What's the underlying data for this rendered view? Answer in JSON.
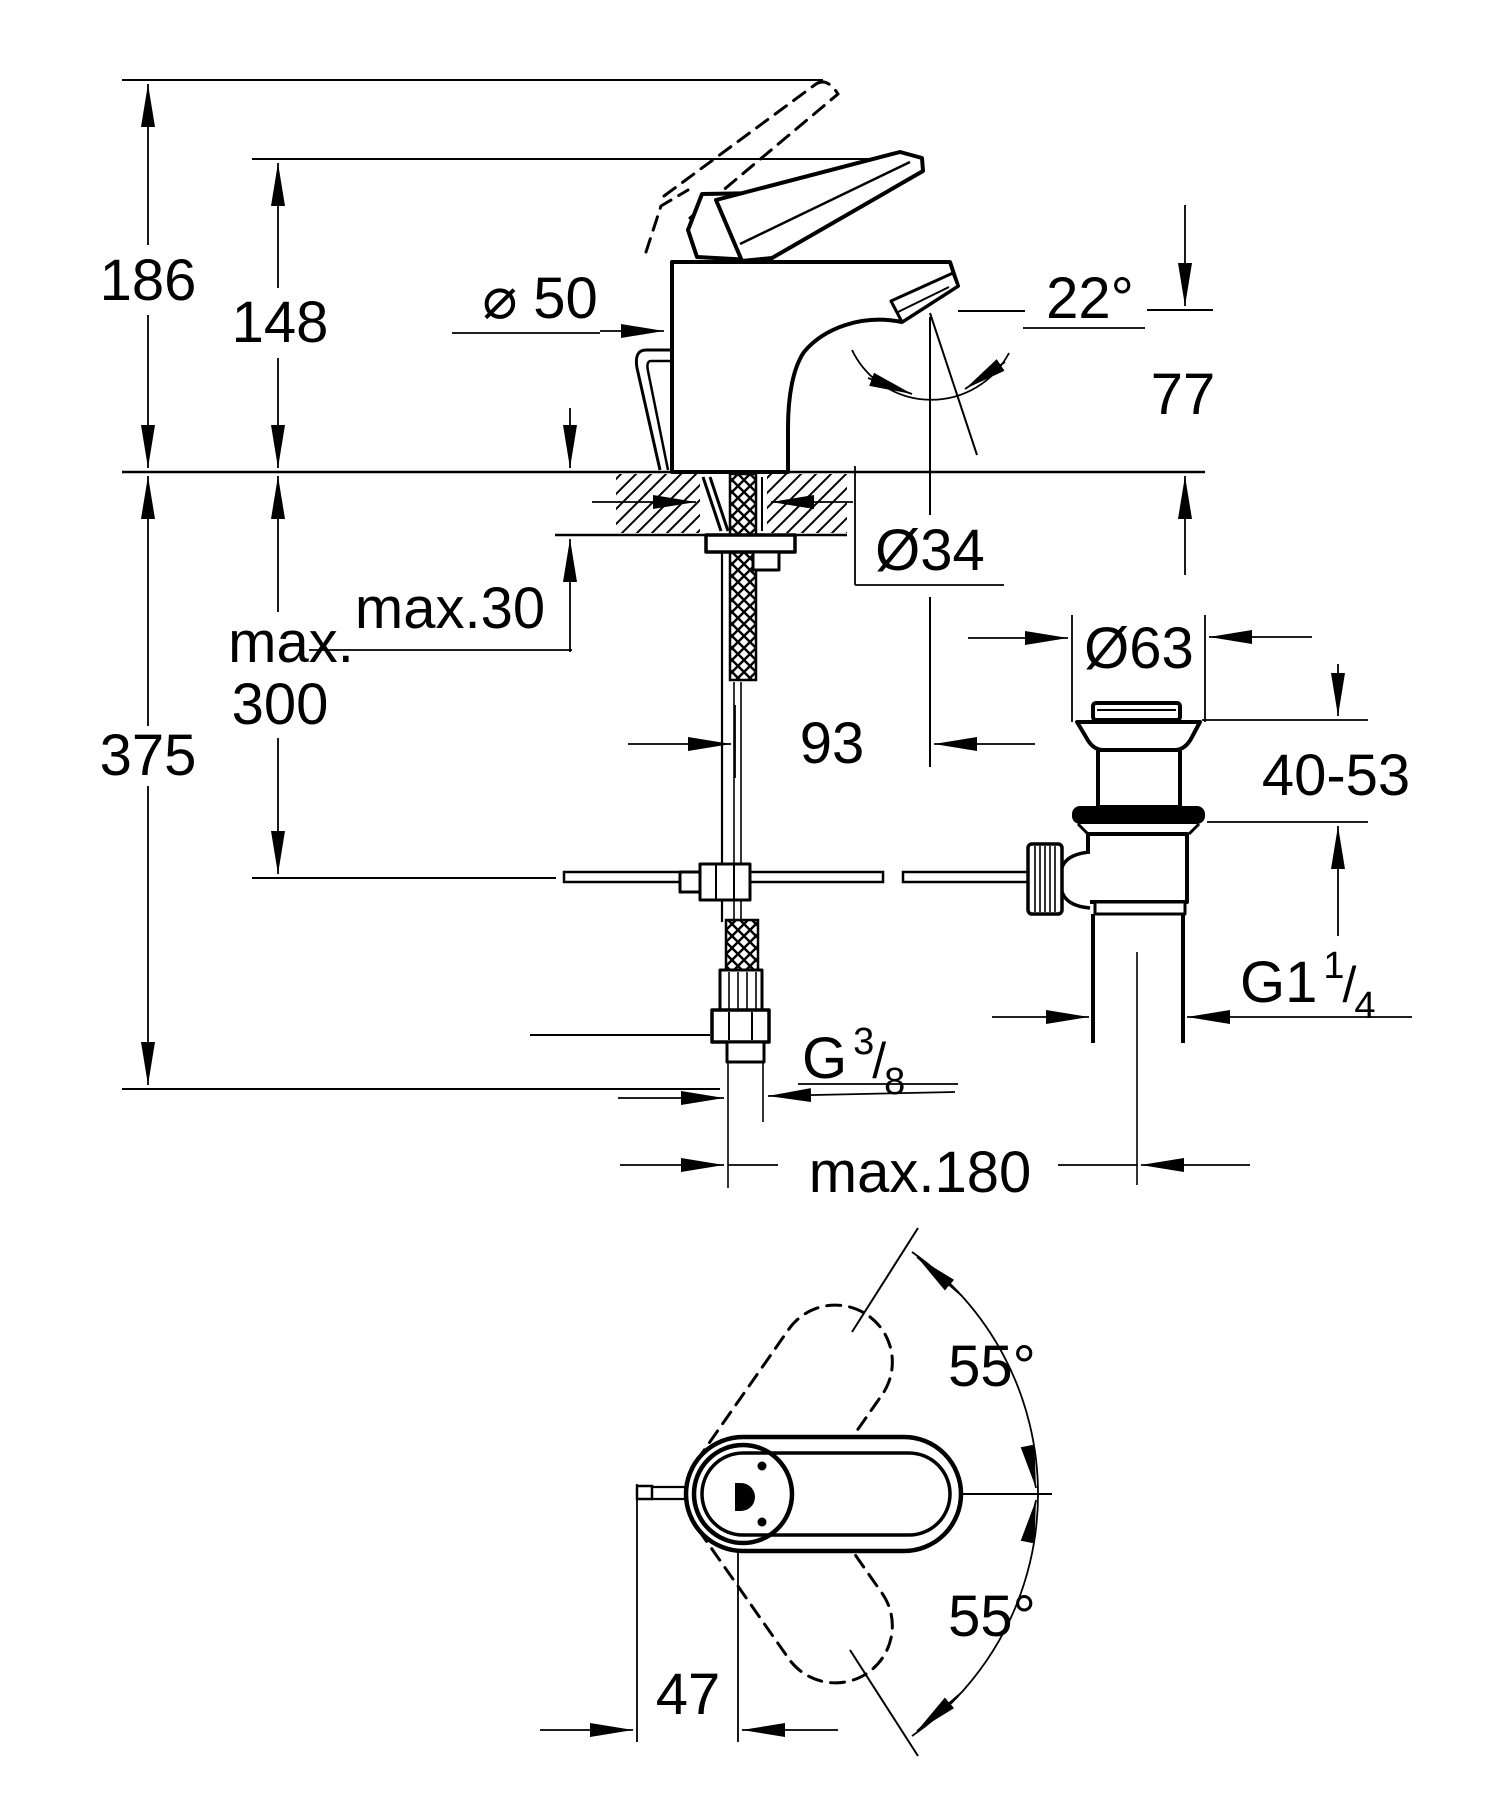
{
  "page": {
    "background": "#ffffff",
    "ink": "#000000"
  },
  "drawing": {
    "kind": "technical-dimension-drawing",
    "product": "single-lever basin mixer with pop-up waste, side view and top view",
    "labels": {
      "height_overall": "186",
      "height_to_spout_top": "148",
      "body_diameter": "⌀ 50",
      "spout_angle": "22°",
      "outlet_height": "77",
      "deck_thickness": "max.30",
      "deck_hole_diameter": "Ø34",
      "max_rod_depth_line1": "max.",
      "max_rod_depth_line2": "300",
      "supply_hose_length": "375",
      "spout_reach": "93",
      "waste_top_diameter": "Ø63",
      "waste_clamping_range": "40-53",
      "spacing_faucet_to_waste": "max.180",
      "handle_swing_up": "55°",
      "handle_swing_down": "55°",
      "rod_offset": "47",
      "waste_thread": {
        "base": "G1",
        "sup": "1",
        "slash": "/",
        "sub": "4"
      },
      "supply_thread": {
        "base": "G",
        "sup": "3",
        "slash": "/",
        "sub": "8"
      }
    }
  }
}
